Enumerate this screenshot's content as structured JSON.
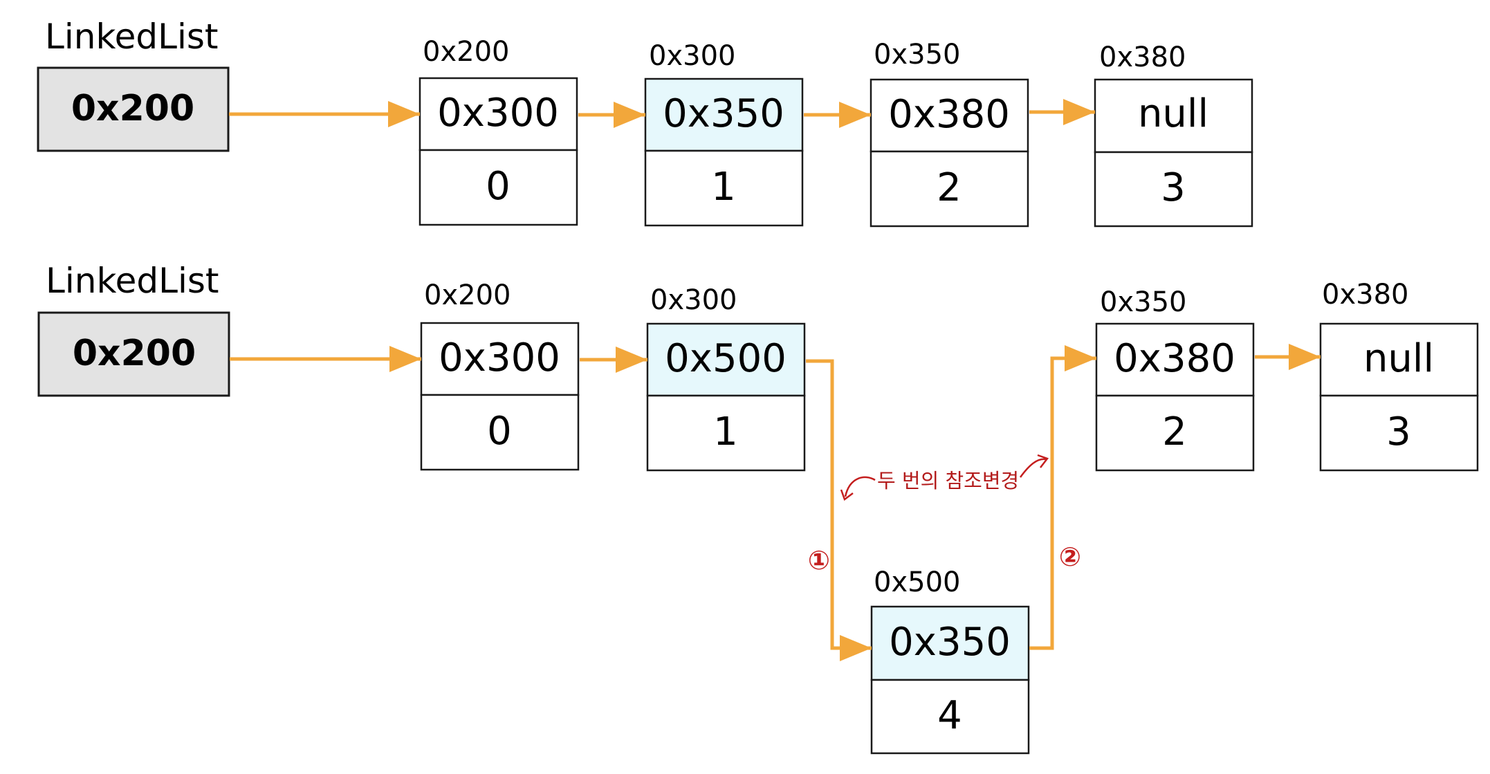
{
  "colors": {
    "arrow": "#f2a73b",
    "head_fill": "#e3e3e3",
    "highlight_fill": "#e6f8fc",
    "node_fill": "#ffffff",
    "stroke": "#1a1a1a",
    "annotation": "#c41e1e"
  },
  "top": {
    "list_label": "LinkedList",
    "head_value": "0x200",
    "nodes": [
      {
        "address": "0x200",
        "next": "0x300",
        "value": "0"
      },
      {
        "address": "0x300",
        "next": "0x350",
        "value": "1"
      },
      {
        "address": "0x350",
        "next": "0x380",
        "value": "2"
      },
      {
        "address": "0x380",
        "next": "null",
        "value": "3"
      }
    ]
  },
  "bottom": {
    "list_label": "LinkedList",
    "head_value": "0x200",
    "nodes": [
      {
        "address": "0x200",
        "next": "0x300",
        "value": "0"
      },
      {
        "address": "0x300",
        "next": "0x500",
        "value": "1"
      },
      {
        "address": "0x350",
        "next": "0x380",
        "value": "2"
      },
      {
        "address": "0x380",
        "next": "null",
        "value": "3"
      },
      {
        "address": "0x500",
        "next": "0x350",
        "value": "4"
      }
    ],
    "annotation": "두 번의 참조변경",
    "step_one": "①",
    "step_two": "②"
  }
}
